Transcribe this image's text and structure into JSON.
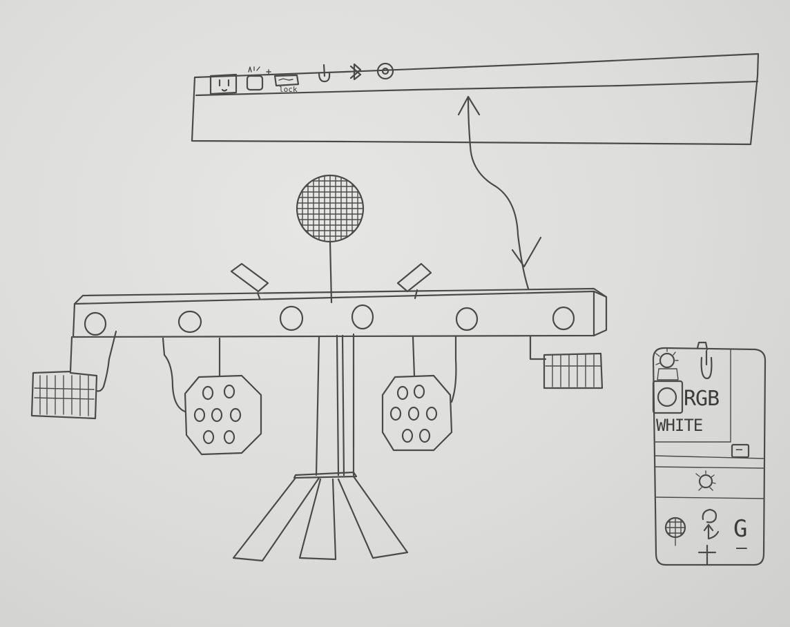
{
  "top_bar": {
    "icons": [
      "power-outlet-icon",
      "battery-icon",
      "usb-stick-icon",
      "power-icon",
      "bluetooth-icon",
      "target-icon"
    ],
    "usb_label": "lock"
  },
  "control_panel": {
    "mode_rgb": "RGB",
    "mode_white": "WHITE",
    "slider_minus": "−",
    "g_label": "G",
    "plus_label": "+",
    "minus_label": "–"
  },
  "colors": {
    "ink": "#4a4a4a",
    "paper": "#e2e2e0"
  }
}
